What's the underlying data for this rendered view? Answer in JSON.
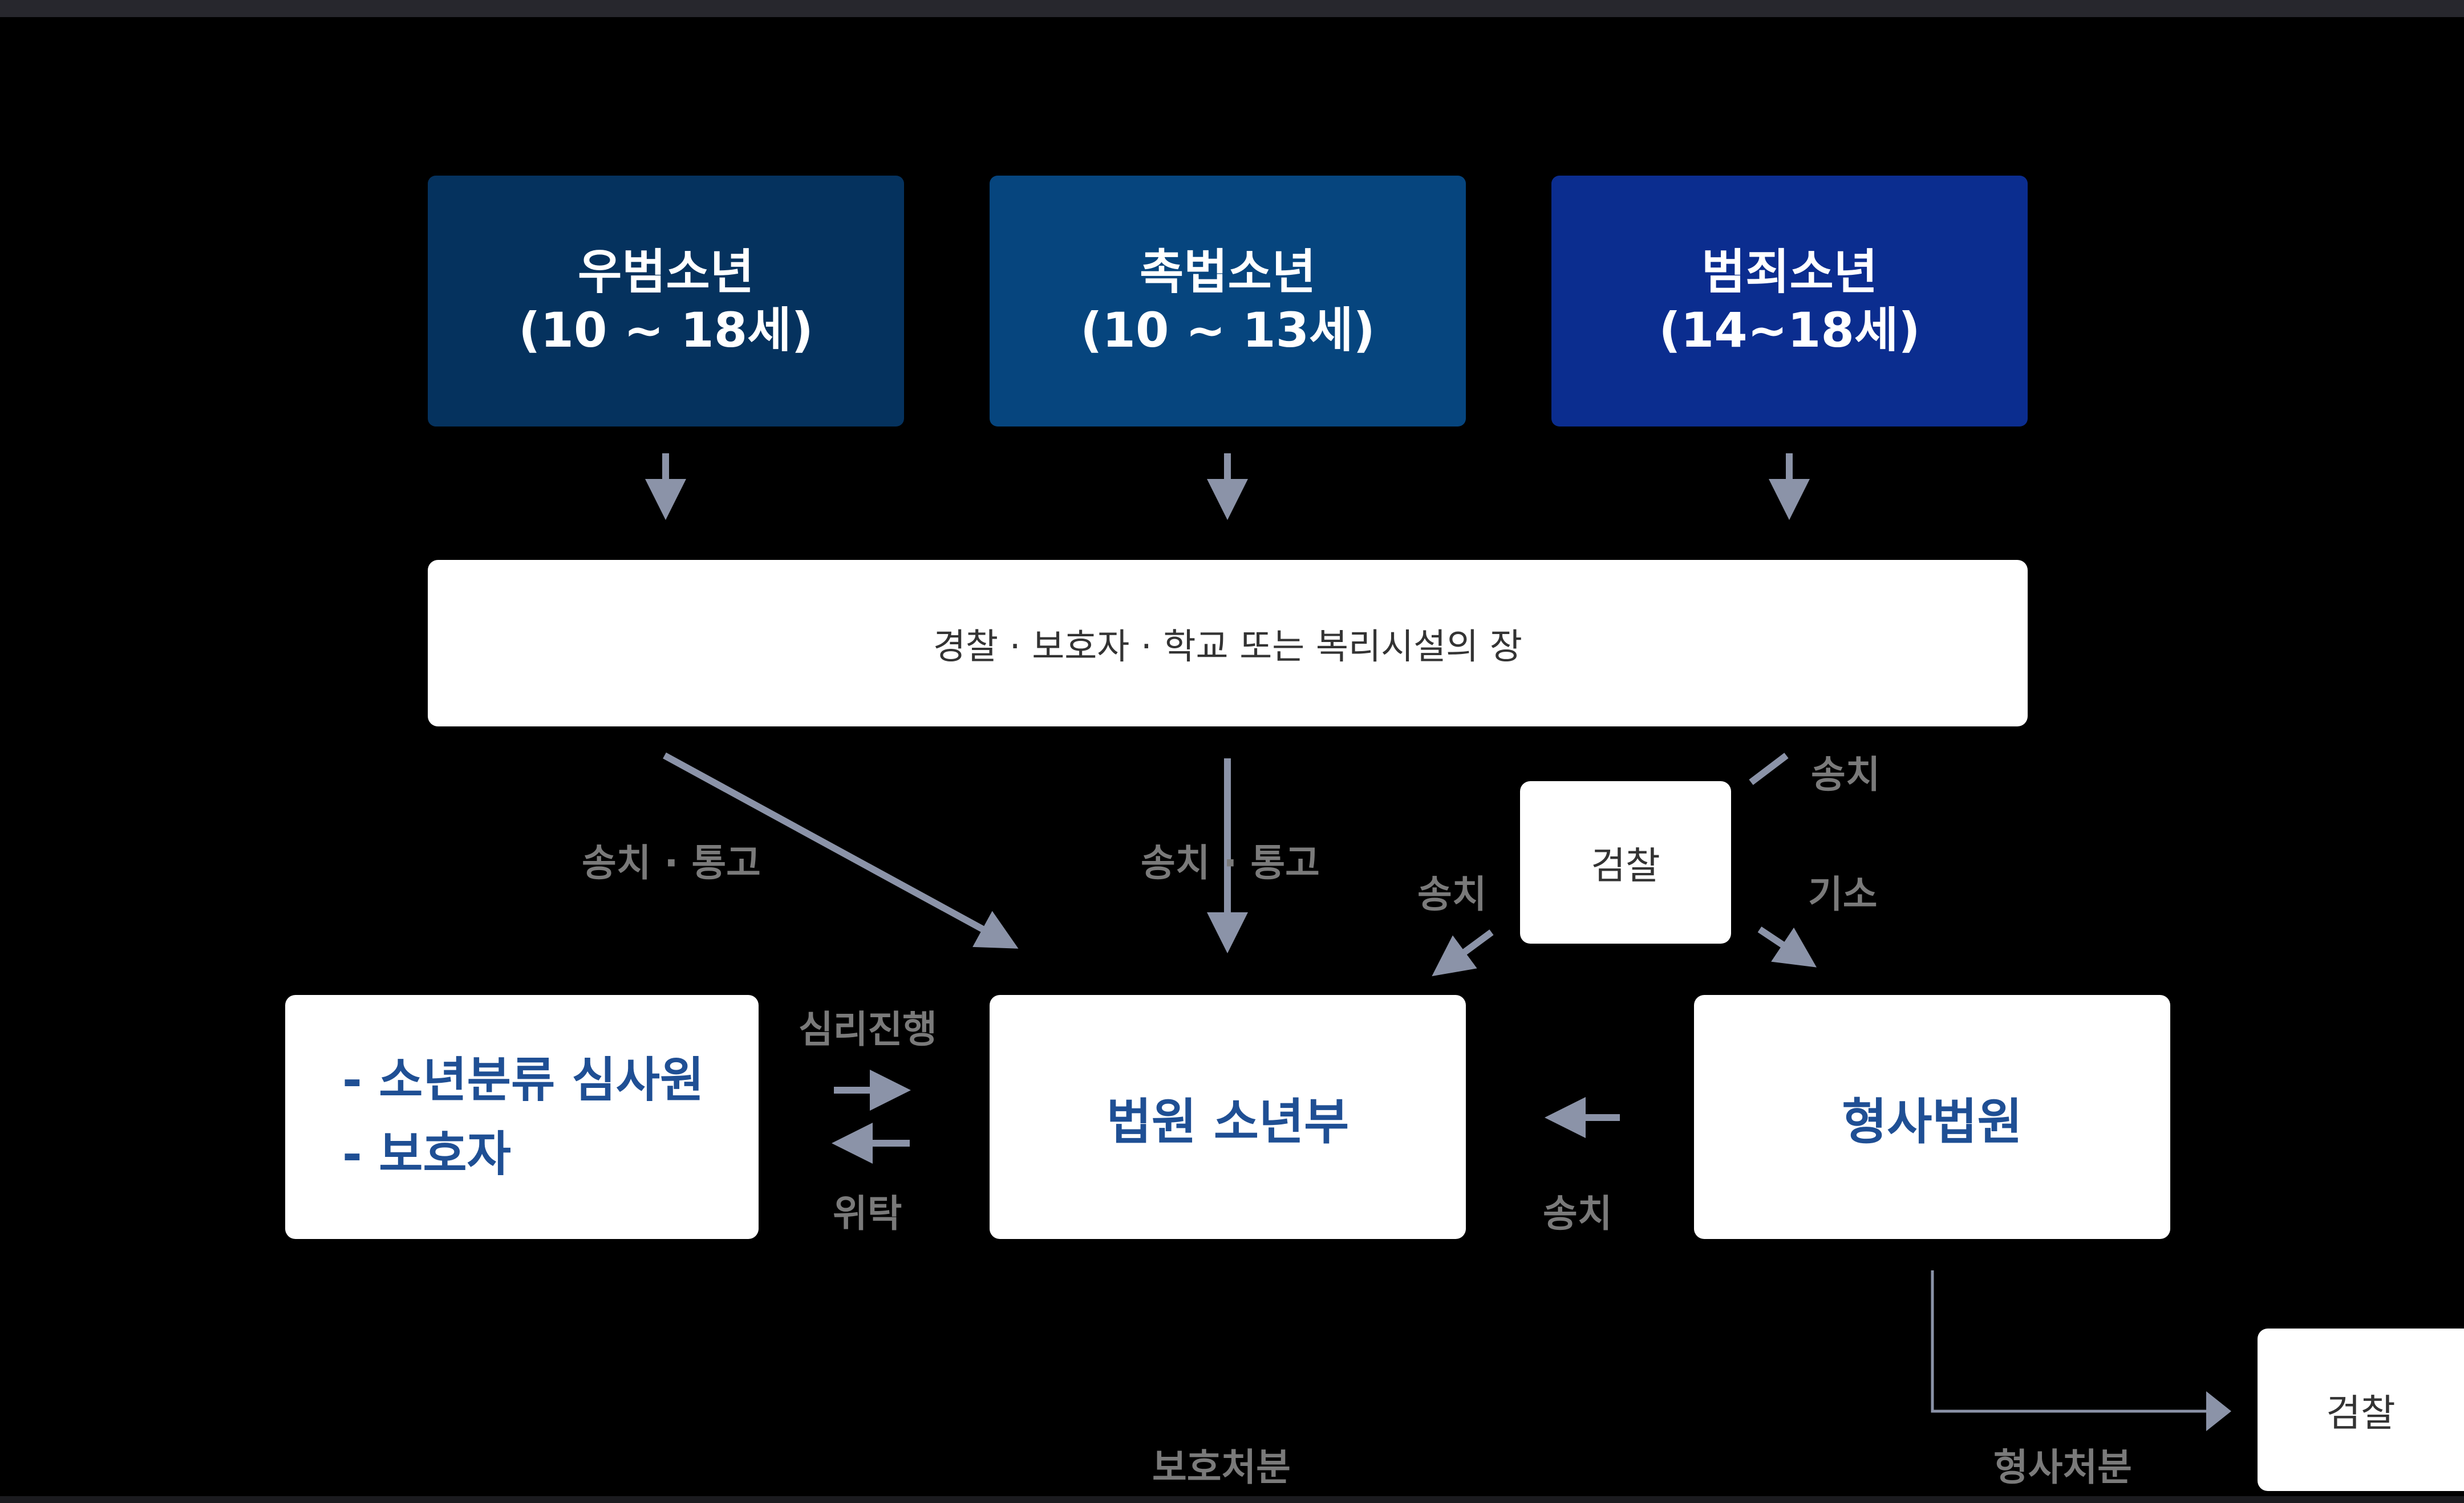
{
  "categories": [
    {
      "name": "우범소년",
      "age": "(10 ~ 18세)",
      "color": "#05325e"
    },
    {
      "name": "촉법소년",
      "age": "(10 ~ 13세)",
      "color": "#06457e"
    },
    {
      "name": "범죄소년",
      "age": "(14~18세)",
      "color": "#0b2d8f"
    }
  ],
  "institutions": "경찰 · 보호자 · 학교 또는 복리시설의 장",
  "prosecution": "검찰",
  "juvenile_court": "법원 소년부",
  "criminal_court": "형사법원",
  "left_box": {
    "line1": "- 소년분류 심사원",
    "line2": "- 보호자"
  },
  "prosecution_bottom": "검찰",
  "labels": {
    "send_notify_left": "송치 · 통고",
    "send_notify_center": "송치 · 통고",
    "send_top": "송치",
    "send_to_court": "송치",
    "indict": "기소",
    "trial": "심리진행",
    "entrust": "위탁",
    "send_from_criminal": "송치",
    "protective_disposition": "보호처분",
    "criminal_disposition": "형사처분"
  },
  "colors": {
    "arrow": "#8b93a8",
    "label": "#7a7a7a",
    "court_text": "#1f4f94"
  }
}
